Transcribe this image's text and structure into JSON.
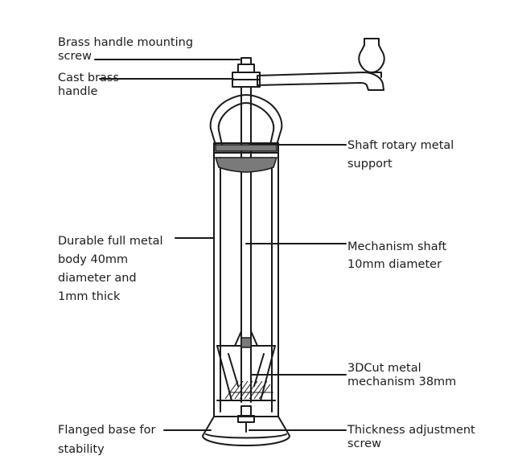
{
  "labels": {
    "handle_screw": [
      "Brass handle mounting",
      "screw"
    ],
    "cast_handle": [
      "Cast brass",
      "handle"
    ],
    "shaft_support": [
      "Shaft rotary metal",
      "support"
    ],
    "body": [
      "Durable full metal",
      "body 40mm",
      "diameter and",
      "1mm thick"
    ],
    "mech_shaft": [
      "Mechanism shaft",
      "10mm diameter"
    ],
    "mechanism": [
      "3DCut metal",
      "mechanism 38mm"
    ],
    "base": [
      "Flanged base for",
      "stability"
    ],
    "adjust_screw": [
      "Thickness adjustment",
      "screw"
    ]
  },
  "colors": {
    "line": "#1a1a1a",
    "band": "#7a7a7a",
    "text": "#1c1c1c"
  }
}
